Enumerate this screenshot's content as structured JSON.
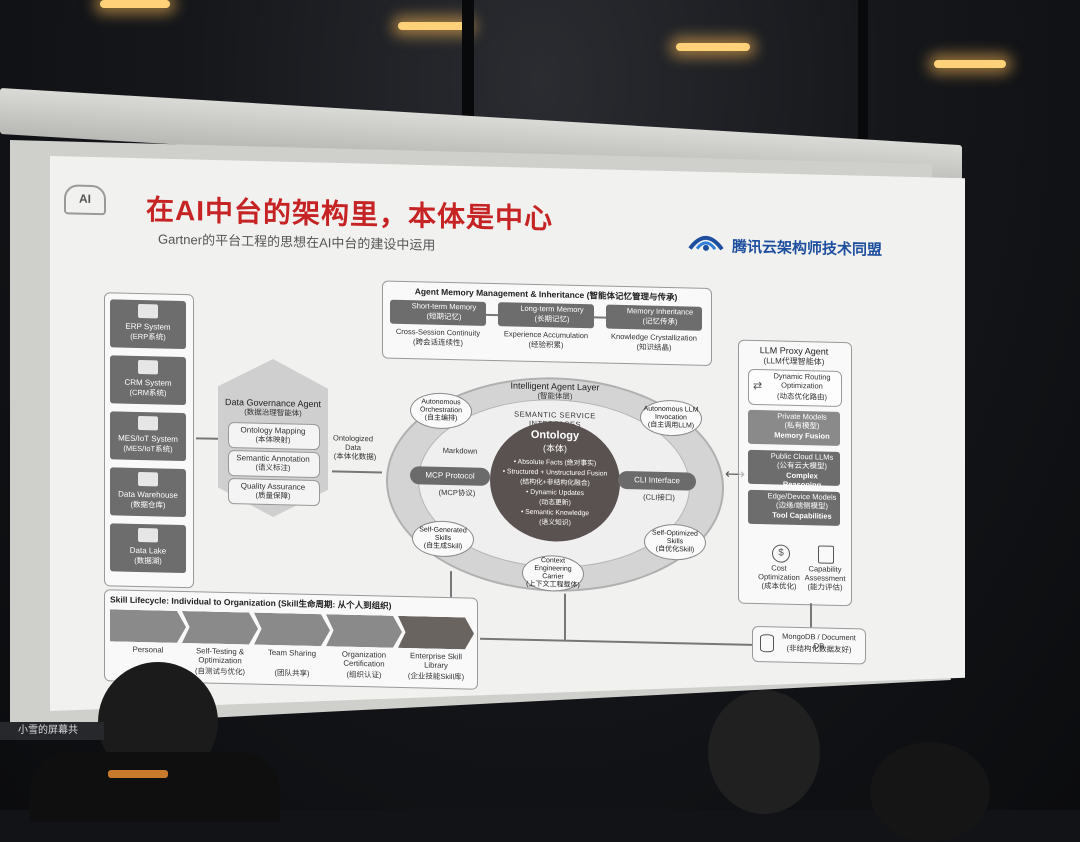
{
  "slide": {
    "title": "在AI中台的架构里，本体是中心",
    "subtitle": "Gartner的平台工程的思想在AI中台的建设中运用",
    "logo_text": "AI",
    "org_name": "腾讯云架构师技术同盟"
  },
  "left_systems": [
    {
      "label": "ERP System",
      "sub": "(ERP系统)"
    },
    {
      "label": "CRM System",
      "sub": "(CRM系统)"
    },
    {
      "label": "MES/IoT System",
      "sub": "(MES/IoT系统)"
    },
    {
      "label": "Data Warehouse",
      "sub": "(数据仓库)"
    },
    {
      "label": "Data Lake",
      "sub": "(数据湖)"
    }
  ],
  "governance": {
    "title": "Data Governance Agent",
    "sub": "(数据治理智能体)",
    "items": [
      {
        "label": "Ontology Mapping",
        "sub": "(本体映射)"
      },
      {
        "label": "Semantic Annotation",
        "sub": "(语义标注)"
      },
      {
        "label": "Quality Assurance",
        "sub": "(质量保障)"
      }
    ],
    "output": "Ontologized Data",
    "output_sub": "(本体化数据)"
  },
  "memory": {
    "title": "Agent Memory Management & Inheritance (智能体记忆管理与传承)",
    "items": [
      {
        "label": "Short-term Memory",
        "sub": "(短期记忆)",
        "caption": "Cross-Session Continuity",
        "caption_sub": "(跨会话连续性)"
      },
      {
        "label": "Long-term Memory",
        "sub": "(长期记忆)",
        "caption": "Experience Accumulation",
        "caption_sub": "(经验积累)"
      },
      {
        "label": "Memory Inheritance",
        "sub": "(记忆传承)",
        "caption": "Knowledge Crystallization",
        "caption_sub": "(知识结晶)"
      }
    ]
  },
  "core": {
    "layer": "Intelligent Agent Layer",
    "layer_sub": "(智能体层)",
    "ring_label": "SEMANTIC SERVICE INTERFACES",
    "ontology": "Ontology",
    "ontology_sub": "(本体)",
    "bullets": [
      "• Absolute Facts (绝对事实)",
      "• Structured + Unstructured Fusion",
      "(结构化+非结构化融合)",
      "• Dynamic Updates",
      "(动态更新)",
      "• Semantic Knowledge",
      "(语义知识)"
    ],
    "markdown": "Markdown",
    "mcp": "MCP Protocol",
    "mcp_sub": "(MCP协议)",
    "cli": "CLI Interface",
    "cli_sub": "(CLI接口)",
    "nodes": [
      {
        "label": "Autonomous Orchestration",
        "sub": "(自主编排)"
      },
      {
        "label": "Autonomous LLM Invocation",
        "sub": "(自主调用LLM)"
      },
      {
        "label": "Self-Generated Skills",
        "sub": "(自生成Skill)"
      },
      {
        "label": "Self-Optimized Skills",
        "sub": "(自优化Skill)"
      },
      {
        "label": "Context Engineering Carrier",
        "sub": "(上下文工程载体)"
      }
    ]
  },
  "llm_proxy": {
    "title": "LLM Proxy Agent",
    "sub": "(LLM代理智能体)",
    "routing": "Dynamic Routing Optimization",
    "routing_sub": "(动态优化路由)",
    "models": [
      {
        "label": "Private Models",
        "sub": "(私有模型)",
        "extra": "Memory Fusion"
      },
      {
        "label": "Public Cloud LLMs",
        "sub": "(公有云大模型)",
        "extra": "Complex Reasoning"
      },
      {
        "label": "Edge/Device Models",
        "sub": "(边缘/端侧模型)",
        "extra": "Tool Capabilities"
      }
    ],
    "cost": "Cost Optimization",
    "cost_sub": "(成本优化)",
    "capability": "Capability Assessment",
    "capability_sub": "(能力评估)"
  },
  "mongodb": {
    "label": "MongoDB / Document DB",
    "sub": "(非结构化数据友好)"
  },
  "skills": {
    "title": "Skill Lifecycle: Individual to Organization (Skill生命周期: 从个人到组织)",
    "stages": [
      {
        "label": "Personal",
        "sub": ""
      },
      {
        "label": "Self-Testing & Optimization",
        "sub": "(自测试与优化)"
      },
      {
        "label": "Team Sharing",
        "sub": "(团队共享)"
      },
      {
        "label": "Organization Certification",
        "sub": "(组织认证)"
      },
      {
        "label": "Enterprise Skill Library",
        "sub": "(企业技能Skill库)"
      }
    ]
  },
  "taskbar": {
    "label": "小雪的屏幕共"
  }
}
